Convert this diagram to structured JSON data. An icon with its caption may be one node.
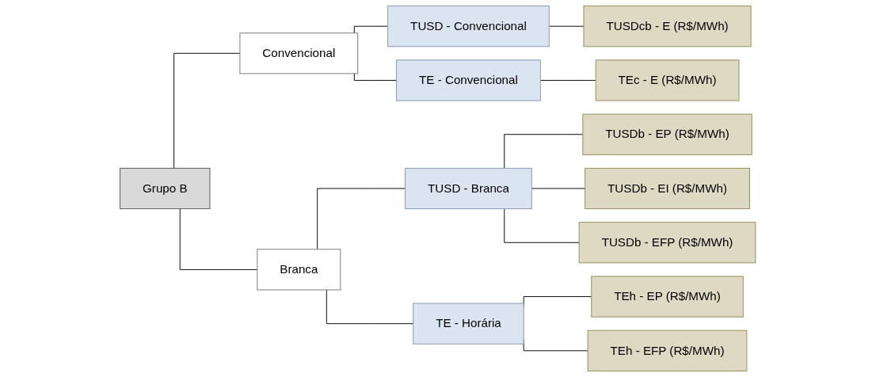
{
  "diagram": {
    "nodes": [
      {
        "text": [
          "Grupo B"
        ]
      },
      {
        "text": [
          "Convencional"
        ]
      },
      {
        "text": [
          "Branca"
        ]
      },
      {
        "text": [
          "TUSD - Convencional"
        ]
      },
      {
        "text": [
          "TE - Convencional"
        ]
      },
      {
        "text": [
          "TUSD - Branca"
        ]
      },
      {
        "text": [
          "TE - Horária"
        ]
      },
      {
        "text": [
          "TUSDcb - E (R$/MWh)"
        ]
      },
      {
        "text": [
          "TEc - E (R$/MWh)"
        ]
      },
      {
        "text": [
          "TUSDb - EP (R$/MWh)"
        ]
      },
      {
        "text": [
          "TUSDb - EI (R$/MWh)"
        ]
      },
      {
        "text": [
          "TUSDb - EFP (R$/MWh)"
        ]
      },
      {
        "text": [
          "TEh - EP (R$/MWh)"
        ]
      },
      {
        "text": [
          "TEh - EFP (R$/MWh)"
        ]
      }
    ],
    "edges": [
      {
        "from": 0,
        "to": 1,
        "arrow": "none"
      },
      {
        "from": 0,
        "to": 2,
        "arrow": "none"
      },
      {
        "from": 1,
        "to": 3,
        "arrow": "none"
      },
      {
        "from": 1,
        "to": 4,
        "arrow": "none"
      },
      {
        "from": 2,
        "to": 5,
        "arrow": "none"
      },
      {
        "from": 2,
        "to": 6,
        "arrow": "none"
      },
      {
        "from": 3,
        "to": 7,
        "arrow": "none"
      },
      {
        "from": 4,
        "to": 8,
        "arrow": "none"
      },
      {
        "from": 5,
        "to": 9,
        "arrow": "none"
      },
      {
        "from": 5,
        "to": 10,
        "arrow": "none"
      },
      {
        "from": 5,
        "to": 11,
        "arrow": "none"
      },
      {
        "from": 6,
        "to": 12,
        "arrow": "none"
      },
      {
        "from": 6,
        "to": 13,
        "arrow": "none"
      }
    ]
  }
}
